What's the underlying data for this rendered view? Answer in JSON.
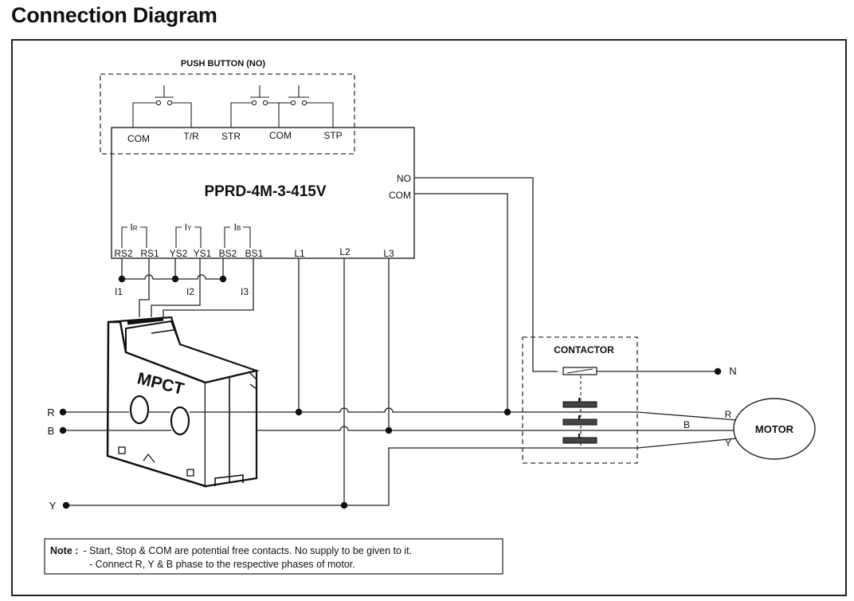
{
  "title": "Connection Diagram",
  "push_button": {
    "label": "PUSH BUTTON (NO)"
  },
  "relay": {
    "model": "PPRD-4M-3-415V",
    "top_terminals": [
      "COM",
      "T/R",
      "STR",
      "COM",
      "STP"
    ],
    "right_terminals": [
      "NO",
      "COM"
    ],
    "ct_groups": [
      "I",
      "I",
      "I"
    ],
    "ct_group_subscripts": [
      "R",
      "Y",
      "B"
    ],
    "bottom_terminals": [
      "RS2",
      "RS1",
      "YS2",
      "YS1",
      "BS2",
      "BS1",
      "L1",
      "L2",
      "L3"
    ]
  },
  "ct_labels": [
    "I1",
    "I2",
    "I3"
  ],
  "mpct": {
    "label": "MPCT"
  },
  "contactor": {
    "label": "CONTACTOR"
  },
  "neutral": {
    "label": "N"
  },
  "supply_phases": [
    "R",
    "B",
    "Y"
  ],
  "motor": {
    "label": "MOTOR",
    "phase_labels": [
      "R",
      "B",
      "Y"
    ]
  },
  "note": {
    "prefix": "Note :",
    "lines": [
      "- Start, Stop & COM are potential free contacts. No supply to be given to it.",
      "- Connect R, Y & B phase to the respective phases of motor."
    ]
  }
}
